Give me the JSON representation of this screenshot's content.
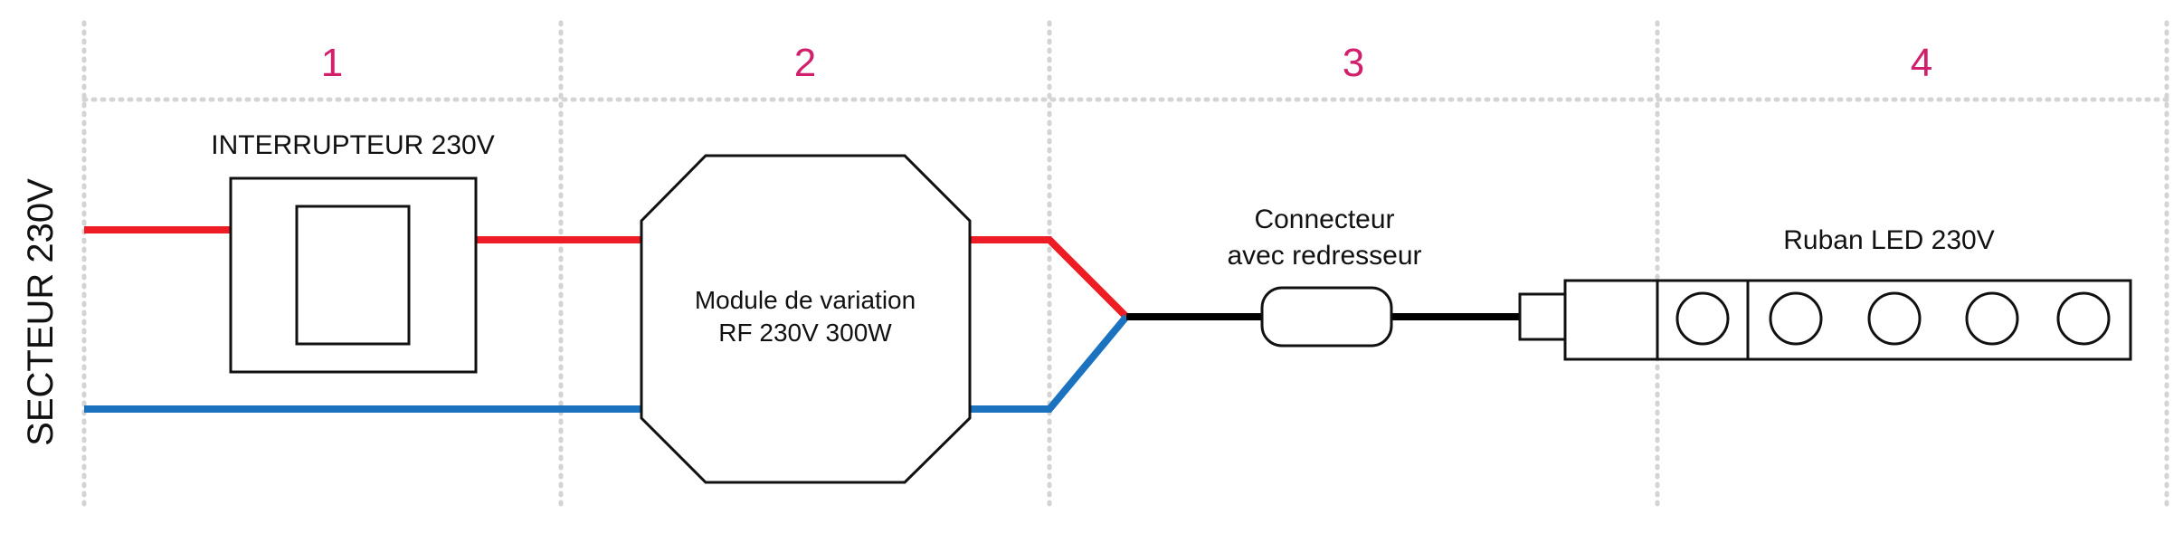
{
  "columns": [
    "1",
    "2",
    "3",
    "4"
  ],
  "side_label": "SECTEUR 230V",
  "switch": {
    "title": "INTERRUPTEUR 230V"
  },
  "dimmer": {
    "line1": "Module de variation",
    "line2": "RF 230V 300W"
  },
  "connector": {
    "line1": "Connecteur",
    "line2": "avec redresseur"
  },
  "strip": {
    "title": "Ruban LED 230V",
    "led_count": 5
  },
  "colors": {
    "column_number": "#d11f6b",
    "live_wire": "#ee1c24",
    "neutral_wire": "#1b73c0",
    "dc_wire": "#000000",
    "grid": "#d4d4d4",
    "outline": "#111111"
  }
}
